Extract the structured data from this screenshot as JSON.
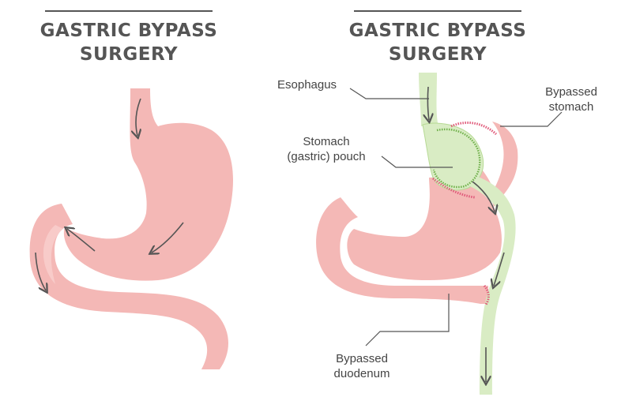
{
  "panels": [
    {
      "title_line1": "GASTRIC BYPASS",
      "title_line2": "SURGERY"
    },
    {
      "title_line1": "GASTRIC BYPASS",
      "title_line2": "SURGERY"
    }
  ],
  "labels": {
    "esophagus": "Esophagus",
    "bypassed_stomach_line1": "Bypassed",
    "bypassed_stomach_line2": "stomach",
    "stomach_pouch_line1": "Stomach",
    "stomach_pouch_line2": "(gastric) pouch",
    "bypassed_duodenum_line1": "Bypassed",
    "bypassed_duodenum_line2": "duodenum"
  },
  "colors": {
    "stomach": "#f4b8b6",
    "stomach_light": "#f9d3d1",
    "pouch": "#d9ecc4",
    "pouch_dark": "#b7da95",
    "staple": "#e05a7a",
    "staple_green": "#6fb04a",
    "arrow": "#555555",
    "text": "#444444"
  }
}
